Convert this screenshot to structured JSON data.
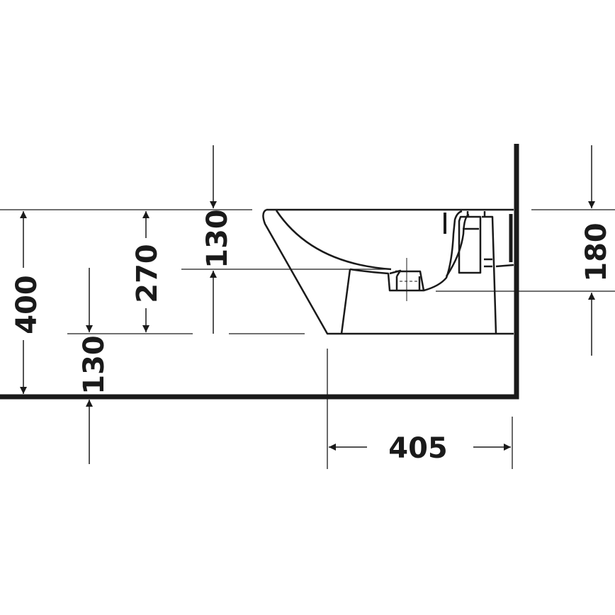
{
  "drawing": {
    "type": "technical dimension drawing",
    "subject": "wall-mounted bidet side view",
    "colors": {
      "line": "#1a1a1a",
      "background": "#ffffff"
    }
  },
  "dimensions": {
    "overall_height": "400",
    "rim_to_floor_ref": "270",
    "rim_to_outlet": "130",
    "floor_ref": "130",
    "wall_height": "180",
    "depth": "405"
  }
}
